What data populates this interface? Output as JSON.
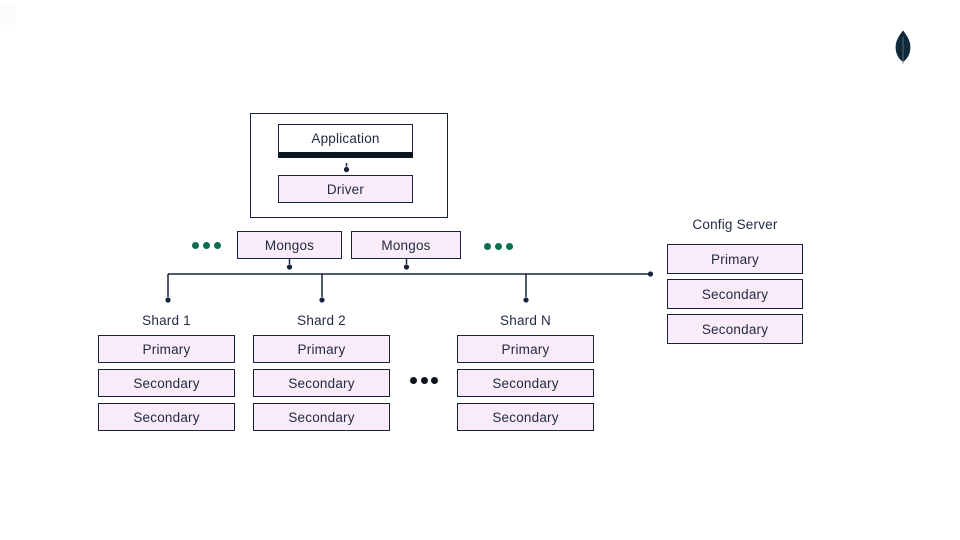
{
  "colors": {
    "background": "#ffffff",
    "box_fill": "#f9ebf8",
    "box_border": "#16233a",
    "text": "#1f2940",
    "line": "#16233a",
    "application_bar": "#0c1420",
    "green_dot": "#0b6e4f",
    "black_dot": "#0e131c",
    "logo": "#0e2a38"
  },
  "icons": {
    "logo": "mongodb-leaf-icon",
    "mongos_overflow_left": "ellipsis-dots-icon",
    "mongos_overflow_right": "ellipsis-dots-icon",
    "shards_overflow": "ellipsis-dots-icon"
  },
  "application_group": {
    "application": "Application",
    "driver": "Driver"
  },
  "mongos_row": {
    "boxes": [
      "Mongos",
      "Mongos"
    ]
  },
  "config_server": {
    "title": "Config Server",
    "nodes": [
      "Primary",
      "Secondary",
      "Secondary"
    ]
  },
  "shards": [
    {
      "title": "Shard 1",
      "nodes": [
        "Primary",
        "Secondary",
        "Secondary"
      ]
    },
    {
      "title": "Shard 2",
      "nodes": [
        "Primary",
        "Secondary",
        "Secondary"
      ]
    },
    {
      "title": "Shard N",
      "nodes": [
        "Primary",
        "Secondary",
        "Secondary"
      ]
    }
  ]
}
